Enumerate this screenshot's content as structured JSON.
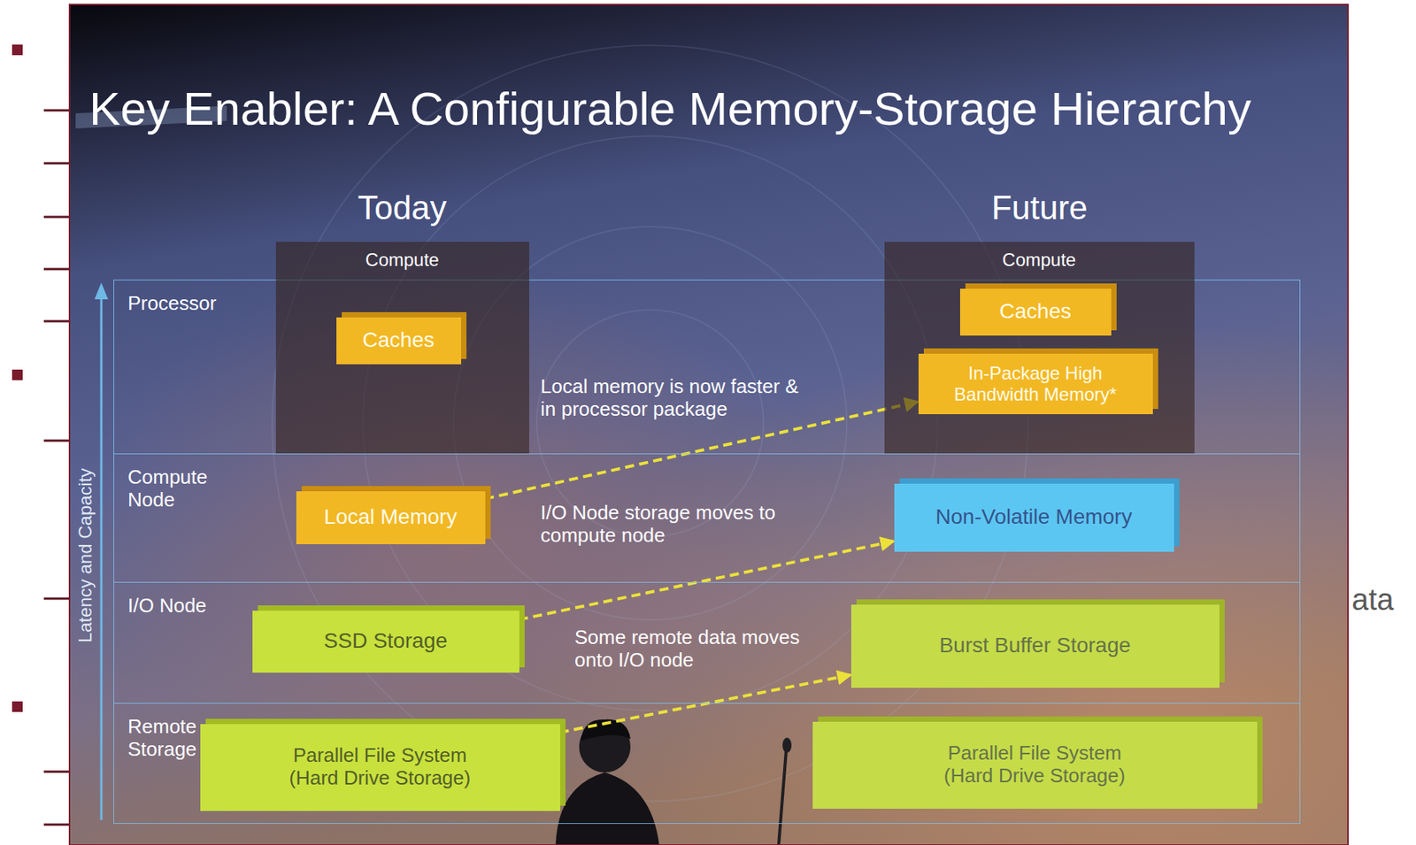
{
  "diagram": {
    "title": "Key Enabler: A Configurable Memory-Storage Hierarchy",
    "nodes": [
      {
        "text": [
          "Processor"
        ]
      },
      {
        "text": [
          "Compute"
        ],
        "in": 0
      },
      {
        "text": [
          "Caches"
        ],
        "in": 1
      },
      {
        "text": [
          "Compute"
        ],
        "in": 0
      },
      {
        "text": [
          "Caches"
        ],
        "in": 3
      },
      {
        "text": [
          "In-Package High Bandwidth Memory*"
        ],
        "in": 3
      },
      {
        "text": [
          "Compute Node"
        ]
      },
      {
        "text": [
          "Local Memory"
        ],
        "in": 6
      },
      {
        "text": [
          "Non-Volatile Memory"
        ],
        "in": 6
      },
      {
        "text": [
          "I/O Node"
        ]
      },
      {
        "text": [
          "SSD Storage"
        ],
        "in": 9
      },
      {
        "text": [
          "Burst Buffer Storage"
        ],
        "in": 9
      },
      {
        "text": [
          "Remote Storage"
        ]
      },
      {
        "text": [
          "Parallel File System (Hard Drive Storage)"
        ],
        "in": 12
      },
      {
        "text": [
          "Parallel File System (Hard Drive Storage)"
        ],
        "in": 12
      }
    ],
    "edges": [
      {
        "from": 7,
        "to": 5,
        "arrow": "to",
        "label": "Local memory is now faster & in processor package"
      },
      {
        "from": 10,
        "to": 8,
        "arrow": "to",
        "label": "I/O Node storage moves to compute node"
      },
      {
        "from": 13,
        "to": 11,
        "arrow": "to",
        "label": "Some remote data moves onto I/O node"
      }
    ],
    "labels": [
      "Today",
      "Future",
      "Latency and Capacity",
      "ata"
    ]
  }
}
